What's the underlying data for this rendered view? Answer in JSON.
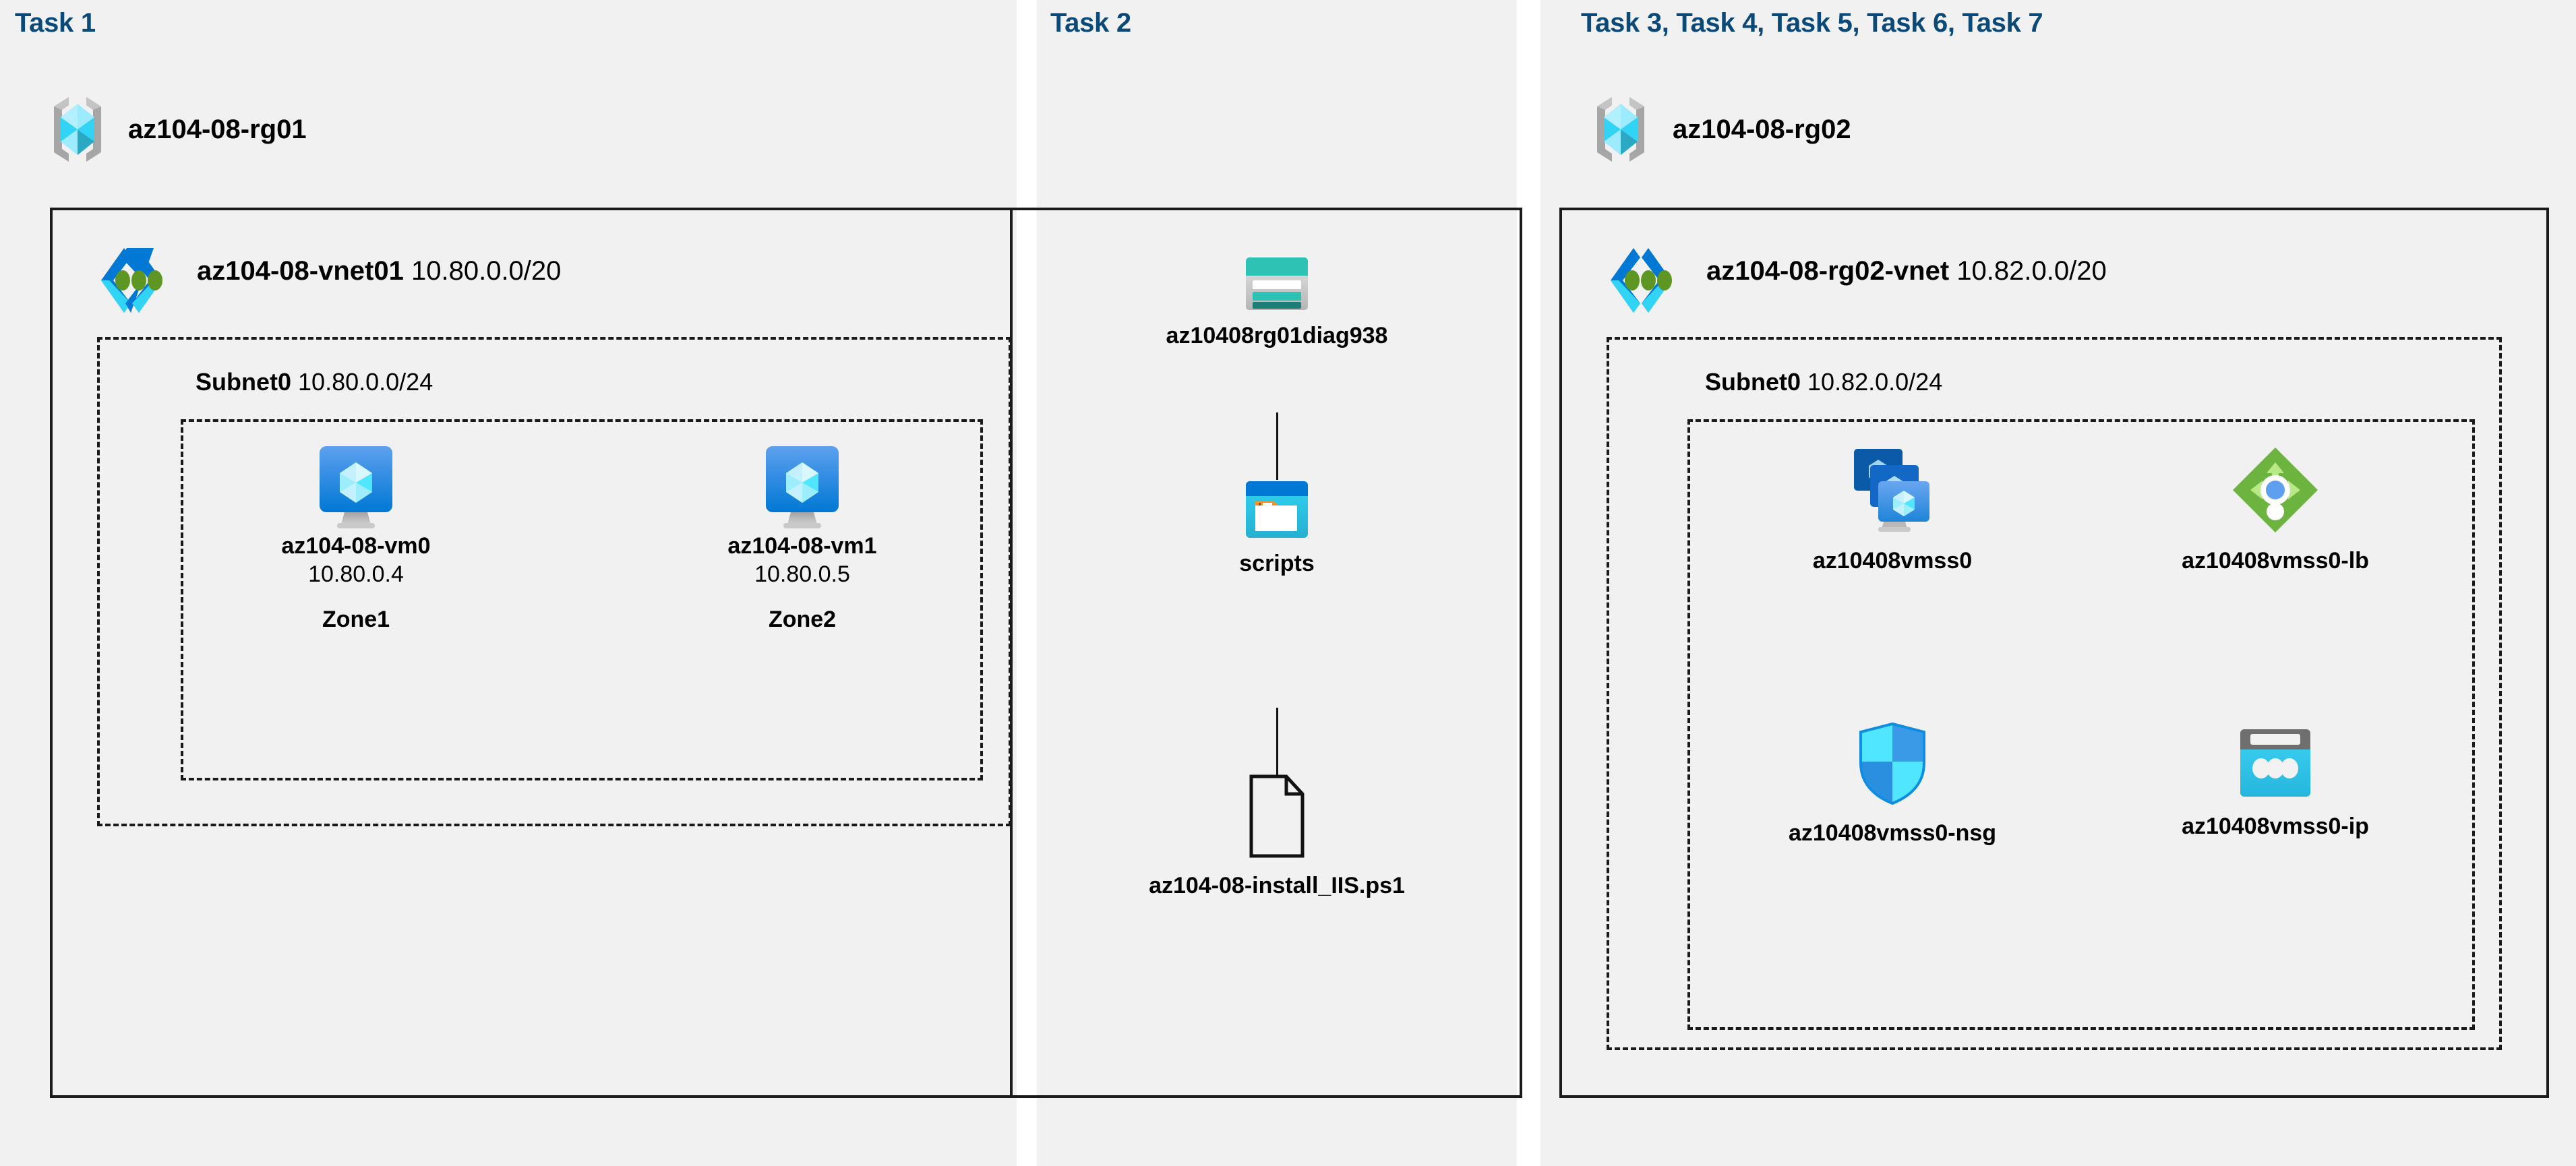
{
  "diagram": {
    "title": "Azure AZ-104 Lab 08 architecture",
    "background": "#f1f1f1",
    "accent": "#0b4a78"
  },
  "columns": [
    {
      "id": "col-1",
      "task_title": "Task 1",
      "resource_group": {
        "name": "az104-08-rg01",
        "icon": "resource-group-icon"
      },
      "vnet": {
        "name": "az104-08-vnet01",
        "cidr": "10.80.0.0/20",
        "icon": "virtual-network-icon"
      },
      "subnet": {
        "name": "Subnet0",
        "cidr": "10.80.0.0/24"
      },
      "vms": [
        {
          "icon": "virtual-machine-icon",
          "name": "az104-08-vm0",
          "ip": "10.80.0.4",
          "zone": "Zone1"
        },
        {
          "icon": "virtual-machine-icon",
          "name": "az104-08-vm1",
          "ip": "10.80.0.5",
          "zone": "Zone2"
        }
      ]
    },
    {
      "id": "col-2",
      "task_title": "Task 2",
      "items": [
        {
          "icon": "storage-account-icon",
          "name": "az10408rg01diag938"
        },
        {
          "icon": "blob-container-icon",
          "name": "scripts"
        },
        {
          "icon": "file-icon",
          "name": "az104-08-install_IIS.ps1"
        }
      ]
    },
    {
      "id": "col-3",
      "task_title": "Task 3, Task 4, Task 5, Task 6, Task 7",
      "resource_group": {
        "name": "az104-08-rg02",
        "icon": "resource-group-icon"
      },
      "vnet": {
        "name": "az104-08-rg02-vnet",
        "cidr": "10.82.0.0/20",
        "icon": "virtual-network-icon"
      },
      "subnet": {
        "name": "Subnet0",
        "cidr": "10.82.0.0/24"
      },
      "resources": [
        {
          "icon": "vm-scale-set-icon",
          "name": "az10408vmss0"
        },
        {
          "icon": "load-balancer-icon",
          "name": "az10408vmss0-lb"
        },
        {
          "icon": "network-security-group-icon",
          "name": "az10408vmss0-nsg"
        },
        {
          "icon": "public-ip-address-icon",
          "name": "az10408vmss0-ip"
        }
      ]
    }
  ],
  "colors": {
    "task_title": "#0b4a78",
    "panel_bg": "#f1f1f1",
    "border": "#1a1a1a",
    "azure_blue": "#0078d4",
    "cyan": "#32d4f5",
    "teal": "#2ec2b4",
    "green": "#6db33f",
    "gray": "#9e9e9e"
  }
}
